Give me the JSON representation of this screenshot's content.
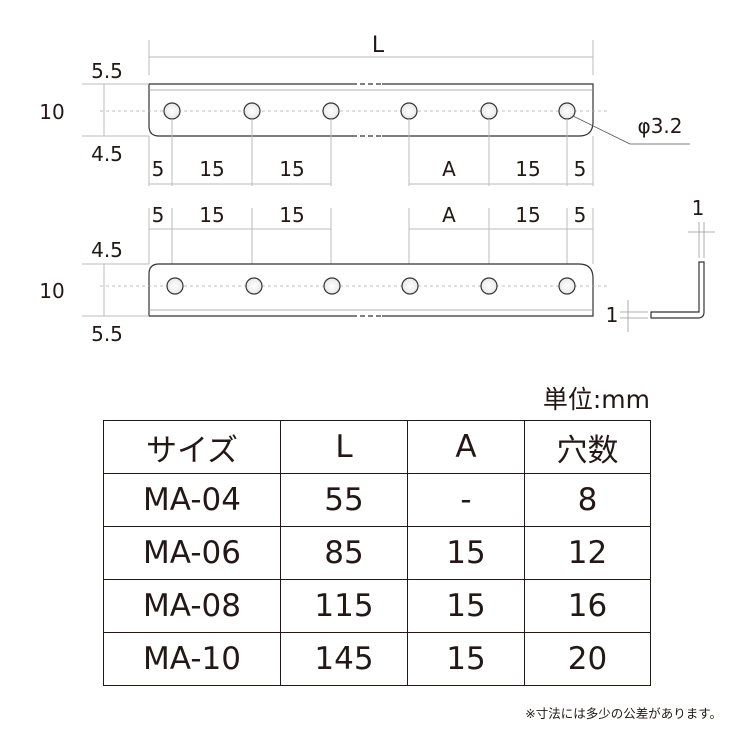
{
  "top_view": {
    "length_label": "L",
    "margin_top": "5.5",
    "height": "10",
    "margin_bottom": "4.5",
    "hole_diameter": "φ3.2",
    "hole_pitch": [
      "5",
      "15",
      "15",
      "A",
      "15",
      "5"
    ]
  },
  "bottom_view": {
    "hole_pitch": [
      "5",
      "15",
      "15",
      "A",
      "15",
      "5"
    ],
    "margin_top": "4.5",
    "height": "10",
    "margin_bottom": "5.5"
  },
  "side_view": {
    "thickness_top": "1",
    "thickness_side": "1"
  },
  "unit_label": "単位:mm",
  "table": {
    "headers": [
      "サイズ",
      "L",
      "A",
      "穴数"
    ],
    "rows": [
      [
        "MA-04",
        "55",
        "-",
        "8"
      ],
      [
        "MA-06",
        "85",
        "15",
        "12"
      ],
      [
        "MA-08",
        "115",
        "15",
        "16"
      ],
      [
        "MA-10",
        "145",
        "15",
        "20"
      ]
    ]
  },
  "note": "※寸法には多少の公差があります。"
}
